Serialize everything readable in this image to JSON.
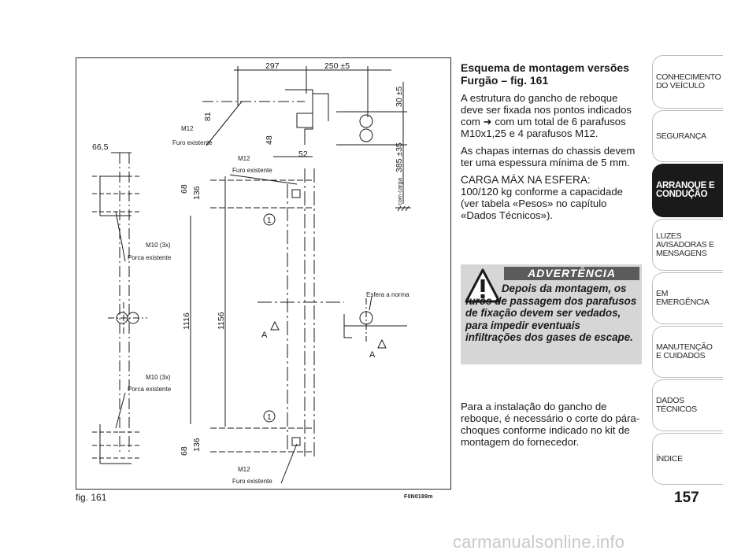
{
  "figure": {
    "label": "fig. 161",
    "code": "F0N0189m",
    "dimensions": {
      "d297": "297",
      "d250": "250 ±5",
      "d30": "30 ±5",
      "d81": "81",
      "d48": "48",
      "d52": "52",
      "d66": "66,5",
      "d68a": "68",
      "d136a": "136",
      "d1116": "1116",
      "d1156": "1156",
      "d68b": "68",
      "d136b": "136",
      "d385": "385 ±35",
      "com_carga": "com carga"
    },
    "callouts": {
      "m12_top": "M12",
      "furo_top": "Furo existente",
      "m12_mid": "M12",
      "furo_mid": "Furo existente",
      "m10_top": "M10 (3x)",
      "porca_top": "Porca existente",
      "m10_bot": "M10 (3x)",
      "porca_bot": "Porca existente",
      "m12_bot": "M12",
      "furo_bot": "Furo existente",
      "esfera": "Esfera a norma",
      "marker1": "1",
      "marker2": "1",
      "section_a1": "A",
      "section_a2": "A"
    }
  },
  "content": {
    "heading": "Esquema de montagem versões Furgão – fig. 161",
    "p1_before": "A estrutura do gancho de reboque deve ser fixada nos pontos indicados com",
    "p1_after": "com um total de 6 parafusos M10x1,25 e 4 parafusos M12.",
    "p2": "As chapas internas do chassis devem ter uma espessura mínima de 5 mm.",
    "p3_title": "CARGA MÁX NA ESFERA:",
    "p3_body": "100/120 kg conforme a capacidade (ver tabela «Pesos» no capítulo «Dados Técnicos»).",
    "warning_title": "ADVERTÊNCIA",
    "warning_text": "Depois da montagem, os furos de passagem dos parafusos de fixação devem ser vedados, para impedir eventuais infiltrações dos gases de escape.",
    "p4": "Para a instalação do gancho de reboque, é necessário o corte do pára-choques conforme indicado no kit de montagem do fornecedor."
  },
  "tabs": [
    {
      "label": "CONHECIMENTO DO VEÍCULO"
    },
    {
      "label": "SEGURANÇA"
    },
    {
      "label": "ARRANQUE E CONDUÇÃO"
    },
    {
      "label": "LUZES AVISADORAS E MENSAGENS"
    },
    {
      "label": "EM EMERGÊNCIA"
    },
    {
      "label": "MANUTENÇÃO E CUIDADOS"
    },
    {
      "label": "DADOS TÉCNICOS"
    },
    {
      "label": "ÍNDICE"
    }
  ],
  "active_tab": "ARRANQUE E CONDUÇÃO",
  "page_number": "157",
  "footer": "carmanualsonline.info"
}
